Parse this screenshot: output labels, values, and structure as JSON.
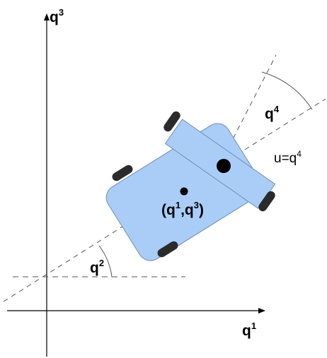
{
  "axes": {
    "horizontal": {
      "base": "q",
      "sup": "1"
    },
    "vertical": {
      "base": "q",
      "sup": "3"
    }
  },
  "angles": {
    "heading": {
      "base": "q",
      "sup": "2"
    },
    "steer": {
      "base": "q",
      "sup": "4"
    }
  },
  "center_label": {
    "open": "(",
    "b1": "q",
    "s1": "1",
    "comma": ",",
    "b2": "q",
    "s2": "3",
    "close": ")"
  },
  "control_label": {
    "lhs": "u=",
    "base": "q",
    "sup": "4"
  },
  "colors": {
    "body_fill": "#a9cdf7",
    "body_stroke": "#6f8fae",
    "wheel": "#2b2b2b",
    "axis": "#000000",
    "guide": "#555555"
  }
}
